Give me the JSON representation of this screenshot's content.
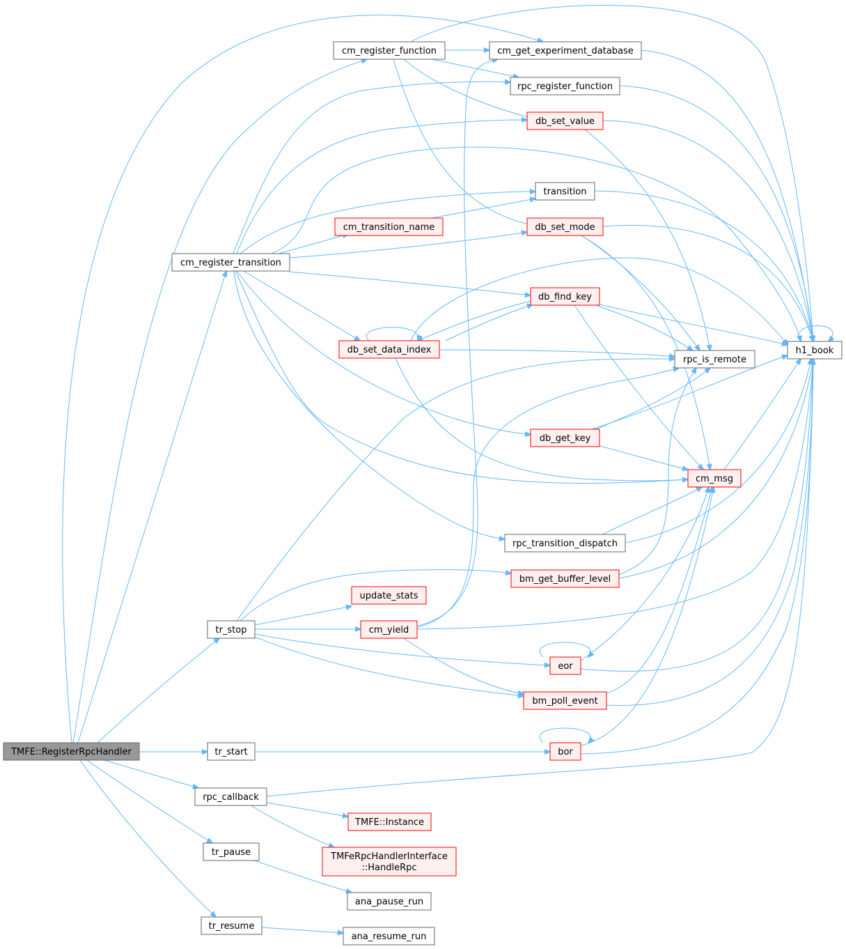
{
  "title": "",
  "colors": {
    "edge": "#63b8ff",
    "node_border_plain": "#666666",
    "node_border_red": "#ff0000",
    "node_fill_red": "#fff0f0",
    "node_fill_root": "#999999"
  },
  "nodes": {
    "register_rpc_handler": {
      "label": "TMFE::RegisterRpcHandler",
      "style": "root"
    },
    "cm_register_function": {
      "label": "cm_register_function",
      "style": "plain"
    },
    "cm_get_experiment_database": {
      "label": "cm_get_experiment_database",
      "style": "plain"
    },
    "rpc_register_function": {
      "label": "rpc_register_function",
      "style": "plain"
    },
    "db_set_value": {
      "label": "db_set_value",
      "style": "red"
    },
    "transition": {
      "label": "transition",
      "style": "plain"
    },
    "cm_transition_name": {
      "label": "cm_transition_name",
      "style": "red"
    },
    "db_set_mode": {
      "label": "db_set_mode",
      "style": "red"
    },
    "cm_register_transition": {
      "label": "cm_register_transition",
      "style": "plain"
    },
    "db_find_key": {
      "label": "db_find_key",
      "style": "red"
    },
    "h1_book": {
      "label": "h1_book",
      "style": "plain"
    },
    "db_set_data_index": {
      "label": "db_set_data_index",
      "style": "red"
    },
    "rpc_is_remote": {
      "label": "rpc_is_remote",
      "style": "plain"
    },
    "db_get_key": {
      "label": "db_get_key",
      "style": "red"
    },
    "cm_msg": {
      "label": "cm_msg",
      "style": "red"
    },
    "rpc_transition_dispatch": {
      "label": "rpc_transition_dispatch",
      "style": "plain"
    },
    "bm_get_buffer_level": {
      "label": "bm_get_buffer_level",
      "style": "red"
    },
    "update_stats": {
      "label": "update_stats",
      "style": "red"
    },
    "tr_stop": {
      "label": "tr_stop",
      "style": "plain"
    },
    "cm_yield": {
      "label": "cm_yield",
      "style": "red"
    },
    "eor": {
      "label": "eor",
      "style": "red"
    },
    "bm_poll_event": {
      "label": "bm_poll_event",
      "style": "red"
    },
    "tr_start": {
      "label": "tr_start",
      "style": "plain"
    },
    "bor": {
      "label": "bor",
      "style": "red"
    },
    "rpc_callback": {
      "label": "rpc_callback",
      "style": "plain"
    },
    "tmfe_instance": {
      "label": "TMFE::Instance",
      "style": "red"
    },
    "handle_rpc": {
      "label": [
        "TMFeRpcHandlerInterface",
        "::HandleRpc"
      ],
      "style": "red"
    },
    "tr_pause": {
      "label": "tr_pause",
      "style": "plain"
    },
    "ana_pause_run": {
      "label": "ana_pause_run",
      "style": "plain"
    },
    "tr_resume": {
      "label": "tr_resume",
      "style": "plain"
    },
    "ana_resume_run": {
      "label": "ana_resume_run",
      "style": "plain"
    }
  },
  "edges": [
    [
      "register_rpc_handler",
      "cm_register_function"
    ],
    [
      "register_rpc_handler",
      "cm_get_experiment_database"
    ],
    [
      "register_rpc_handler",
      "cm_register_transition"
    ],
    [
      "register_rpc_handler",
      "tr_stop"
    ],
    [
      "register_rpc_handler",
      "tr_start"
    ],
    [
      "register_rpc_handler",
      "rpc_callback"
    ],
    [
      "register_rpc_handler",
      "tr_pause"
    ],
    [
      "register_rpc_handler",
      "tr_resume"
    ],
    [
      "cm_register_function",
      "cm_get_experiment_database"
    ],
    [
      "cm_register_function",
      "rpc_register_function"
    ],
    [
      "cm_register_function",
      "db_set_value"
    ],
    [
      "cm_register_function",
      "db_set_mode"
    ],
    [
      "cm_register_function",
      "h1_book"
    ],
    [
      "cm_get_experiment_database",
      "h1_book"
    ],
    [
      "rpc_register_function",
      "h1_book"
    ],
    [
      "db_set_value",
      "h1_book"
    ],
    [
      "db_set_value",
      "rpc_is_remote"
    ],
    [
      "transition",
      "h1_book"
    ],
    [
      "cm_transition_name",
      "transition"
    ],
    [
      "db_set_mode",
      "h1_book"
    ],
    [
      "db_set_mode",
      "rpc_is_remote"
    ],
    [
      "db_set_mode",
      "cm_msg"
    ],
    [
      "cm_register_transition",
      "rpc_register_function"
    ],
    [
      "cm_register_transition",
      "db_set_value"
    ],
    [
      "cm_register_transition",
      "h1_book"
    ],
    [
      "cm_register_transition",
      "transition"
    ],
    [
      "cm_register_transition",
      "cm_transition_name"
    ],
    [
      "cm_register_transition",
      "db_set_mode"
    ],
    [
      "cm_register_transition",
      "db_find_key"
    ],
    [
      "cm_register_transition",
      "db_set_data_index"
    ],
    [
      "cm_register_transition",
      "db_get_key"
    ],
    [
      "cm_register_transition",
      "cm_msg"
    ],
    [
      "cm_register_transition",
      "rpc_transition_dispatch"
    ],
    [
      "db_find_key",
      "h1_book"
    ],
    [
      "db_find_key",
      "rpc_is_remote"
    ],
    [
      "db_find_key",
      "cm_msg"
    ],
    [
      "db_find_key",
      "db_set_data_index"
    ],
    [
      "db_set_data_index",
      "db_find_key"
    ],
    [
      "db_set_data_index",
      "db_set_data_index"
    ],
    [
      "db_set_data_index",
      "rpc_is_remote"
    ],
    [
      "db_set_data_index",
      "cm_msg"
    ],
    [
      "db_set_data_index",
      "h1_book"
    ],
    [
      "db_get_key",
      "h1_book"
    ],
    [
      "db_get_key",
      "rpc_is_remote"
    ],
    [
      "db_get_key",
      "cm_msg"
    ],
    [
      "cm_msg",
      "h1_book"
    ],
    [
      "rpc_transition_dispatch",
      "cm_msg"
    ],
    [
      "rpc_transition_dispatch",
      "h1_book"
    ],
    [
      "bm_get_buffer_level",
      "rpc_is_remote"
    ],
    [
      "bm_get_buffer_level",
      "h1_book"
    ],
    [
      "tr_stop",
      "bm_get_buffer_level"
    ],
    [
      "tr_stop",
      "update_stats"
    ],
    [
      "tr_stop",
      "cm_yield"
    ],
    [
      "tr_stop",
      "eor"
    ],
    [
      "tr_stop",
      "bm_poll_event"
    ],
    [
      "tr_stop",
      "rpc_is_remote"
    ],
    [
      "cm_yield",
      "cm_get_experiment_database"
    ],
    [
      "cm_yield",
      "rpc_is_remote"
    ],
    [
      "cm_yield",
      "h1_book"
    ],
    [
      "cm_yield",
      "bm_poll_event"
    ],
    [
      "eor",
      "eor"
    ],
    [
      "eor",
      "cm_msg"
    ],
    [
      "eor",
      "h1_book"
    ],
    [
      "bm_poll_event",
      "cm_msg"
    ],
    [
      "bm_poll_event",
      "h1_book"
    ],
    [
      "tr_start",
      "bor"
    ],
    [
      "bor",
      "bor"
    ],
    [
      "bor",
      "cm_msg"
    ],
    [
      "bor",
      "h1_book"
    ],
    [
      "rpc_callback",
      "h1_book"
    ],
    [
      "rpc_callback",
      "tmfe_instance"
    ],
    [
      "rpc_callback",
      "handle_rpc"
    ],
    [
      "tr_pause",
      "ana_pause_run"
    ],
    [
      "tr_resume",
      "ana_resume_run"
    ],
    [
      "h1_book",
      "h1_book"
    ]
  ]
}
